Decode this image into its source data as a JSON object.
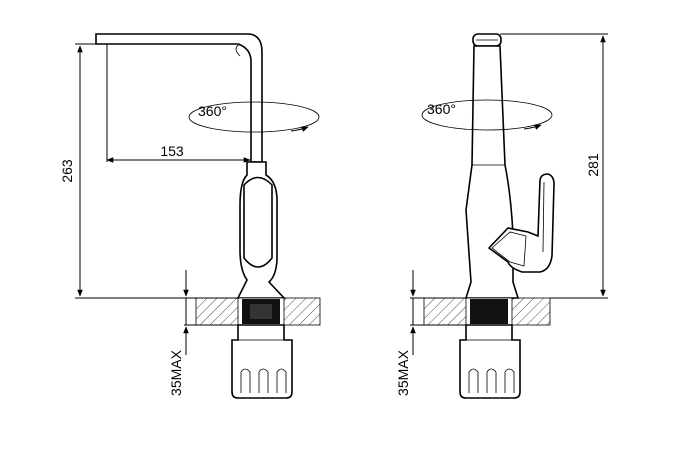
{
  "diagram": {
    "left_view": {
      "height_label": "263",
      "reach_label": "153",
      "rotation_label": "360°",
      "deck_label": "35MAX"
    },
    "right_view": {
      "height_label": "281",
      "rotation_label": "360°",
      "deck_label": "35MAX"
    }
  }
}
